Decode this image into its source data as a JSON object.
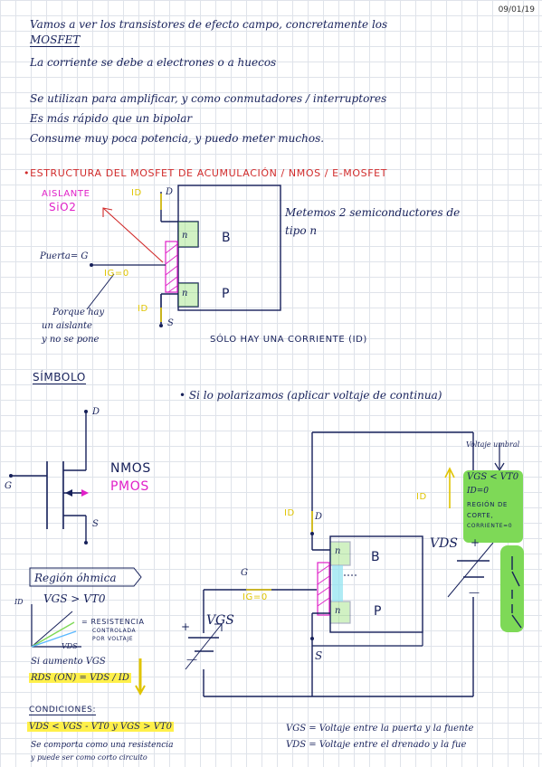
{
  "date": "09/01/19",
  "intro": {
    "line1": "Vamos a ver los transistores de efecto campo, concretamente los",
    "line2": "MOSFET",
    "line3": "La corriente se debe a electrones o a huecos",
    "line4": "Se utilizan para amplificar, y como conmutadores / interruptores",
    "line5": "Es más rápido que un bipolar",
    "line6": "Consume muy poca potencia, y puedo meter muchos."
  },
  "estructura": {
    "heading": "•ESTRUCTURA DEL MOSFET DE ACUMULACIÓN / NMOS / E-MOSFET",
    "aislante": "AISLANTE",
    "sio2": "SiO2",
    "id_top": "ID",
    "d_label": "D",
    "puerta": "Puerta= G",
    "ig0": "IG=0",
    "n_top": "n",
    "n_bot": "n",
    "b_label": "B",
    "p_label": "P",
    "id_bot": "ID",
    "s_label": "S",
    "porque": [
      "Porque hay",
      "un aislante",
      "y no se pone"
    ],
    "metemos": [
      "Metemos 2 semiconductores de",
      "tipo n"
    ],
    "solo": "SÓLO HAY UNA CORRIENTE (ID)"
  },
  "simbolo": {
    "heading": "SÍMBOLO",
    "d": "D",
    "g": "G",
    "s": "S",
    "nmos": "NMOS",
    "pmos": "PMOS",
    "polarizamos": "• Si lo polarizamos (aplicar voltaje de continua)"
  },
  "circuito": {
    "voltaje_umbral": "Voltaje umbral",
    "green_lines": [
      "VGS < VT0",
      "ID=0",
      "REGIÓN DE",
      "CORTE,",
      "CORRIENTE=0"
    ],
    "id_side": "ID",
    "id_mid": "ID",
    "d": "D",
    "g": "G",
    "ig0": "IG=0",
    "n_top": "n",
    "n_bot": "n",
    "b": "B",
    "p": "P",
    "s": "S",
    "vds": "VDS",
    "plus_vds": "+",
    "minus_vds": "—",
    "vgs": "VGS",
    "plus_vgs": "+",
    "minus_vgs": "—"
  },
  "ohmica": {
    "title": "Región óhmica",
    "id_axis": "ID",
    "vgs_gt": "VGS > VT0",
    "resistencia": [
      "= RESISTENCIA",
      "CONTROLADA",
      "POR VOLTAJE"
    ],
    "vds_axis": "VDS",
    "si_aumento": "Si aumento VGS",
    "rds": "RDS (ON) = VDS / ID"
  },
  "condiciones": {
    "title": "CONDICIONES:",
    "line": "VDS < VGS - VT0   y   VGS > VT0",
    "comporta": [
      "Se comporta como una resistencia",
      "y puede ser como corto circuito"
    ]
  },
  "defs": {
    "vgs": "VGS = Voltaje entre la puerta y la fuente",
    "vds": "VDS = Voltaje entre el drenado y la fue"
  }
}
